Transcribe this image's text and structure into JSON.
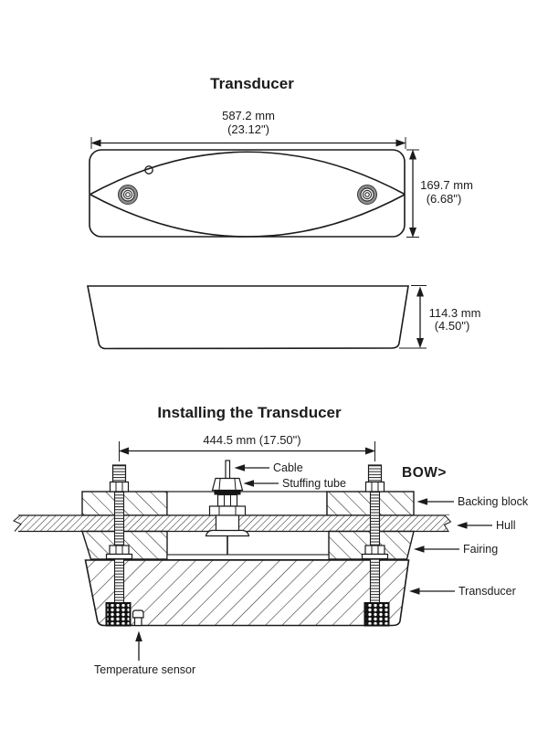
{
  "titles": {
    "main": "Transducer",
    "install": "Installing the Transducer"
  },
  "top_view": {
    "width_mm": "587.2 mm",
    "width_in": "(23.12\")",
    "height_mm": "169.7 mm",
    "height_in": "(6.68\")"
  },
  "side_view": {
    "depth_mm": "114.3 mm",
    "depth_in": "(4.50\")"
  },
  "install": {
    "bolt_spacing": "444.5 mm (17.50\")",
    "bow": "BOW>",
    "cable": "Cable",
    "stuffing_tube": "Stuffing tube",
    "backing_block": "Backing block",
    "hull": "Hull",
    "fairing": "Fairing",
    "transducer": "Transducer",
    "temperature_sensor": "Temperature sensor"
  },
  "colors": {
    "ink": "#1b1b1b",
    "background": "#ffffff"
  }
}
